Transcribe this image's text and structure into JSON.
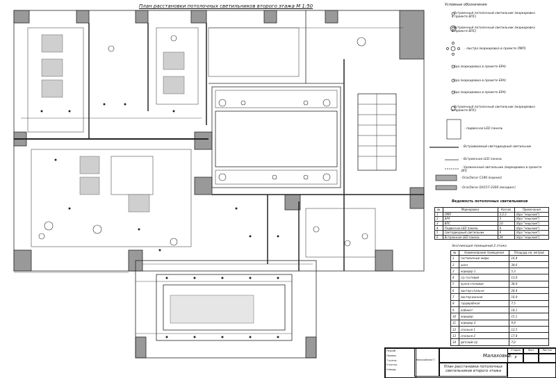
{
  "title": "План расстановки потолочных светильников второго этажа М 1:50",
  "legend": {
    "heading": "Условные обозначения",
    "items": [
      "- Встроенный потолочный светильник (маркировка в проекте ВПС)",
      "- Встроенный потолочный светильник (маркировка в проекте ВПС)",
      "- люстра (маркировка в проекте ЛМП)",
      "- бра (маркировка в проекте БРА)",
      "- бра (маркировка в проекте БРА)",
      "- бра (маркировка в проекте БРА)",
      "- Встроенный потолочный светильник (маркировка в проекте ВПС)",
      "- подвесная LED панель",
      "- Встраиваемый светодиодный светильник",
      "- Встроенная LED панель",
      "- Удлиненный светильник (маркировка в проекте ВП)",
      "- OracDecor C340 (карниз)",
      "- OracDecor DX157-2300 (молдинг)"
    ]
  },
  "fixtures_table": {
    "caption": "Ведомость потолочных светильников",
    "headers": [
      "№",
      "Маркировка",
      "Кол-во",
      "Примечания"
    ],
    "rows": [
      [
        "1",
        "ЛМП",
        "3.2.3",
        "(бра \"чешские\")"
      ],
      [
        "2",
        "БРА",
        "3",
        "(бра \"чешские\")"
      ],
      [
        "3",
        "ВПС",
        "10",
        "(бра \"чешские\")"
      ],
      [
        "4",
        "Подвесная LED панель",
        "6",
        "(бра \"чешские\")"
      ],
      [
        "5",
        "Светодиодный светильник",
        "6",
        "(бра \"чешские\")"
      ],
      [
        "6",
        "Встроенная LED панель",
        "24",
        "(бра \"чешские\")"
      ]
    ]
  },
  "rooms_table": {
    "caption": "Экспликация помещений 2 этажа",
    "headers": [
      "№",
      "Наименование помещения",
      "Площадь кв. метров"
    ],
    "rows": [
      [
        "1",
        "гостиничные жиры",
        "16,4"
      ],
      [
        "2",
        "холл",
        "34,6"
      ],
      [
        "3",
        "коридор 1",
        "5,3"
      ],
      [
        "4",
        "с/у гостевой",
        "13,0"
      ],
      [
        "5",
        "кухня-столовая",
        "38,9"
      ],
      [
        "6",
        "мастер-спальня",
        "24,4"
      ],
      [
        "7",
        "мастер-ванная",
        "16,9"
      ],
      [
        "8",
        "гардеробная",
        "7,5"
      ],
      [
        "9",
        "кабинет",
        "18,1"
      ],
      [
        "10",
        "коридор",
        "15,1"
      ],
      [
        "11",
        "коридор 2",
        "9,8"
      ],
      [
        "12",
        "спальня 1",
        "12,5"
      ],
      [
        "13",
        "спальня 2",
        "17,8"
      ],
      [
        "14",
        "детский с/у",
        "7,0"
      ]
    ]
  },
  "stamp": {
    "project": "Малаховка.",
    "sheet_title": "План расстановки потолочных светильников второго этажа",
    "stage_label": "Стадия",
    "sheet_label": "Лист",
    "sheets_label": "Листов",
    "stage_value": "Р",
    "roles": [
      "Разраб.",
      "Провер.",
      "Т.контр.",
      "Н.контр.",
      "Утверд."
    ],
    "author": "Малыхайлова Т."
  }
}
